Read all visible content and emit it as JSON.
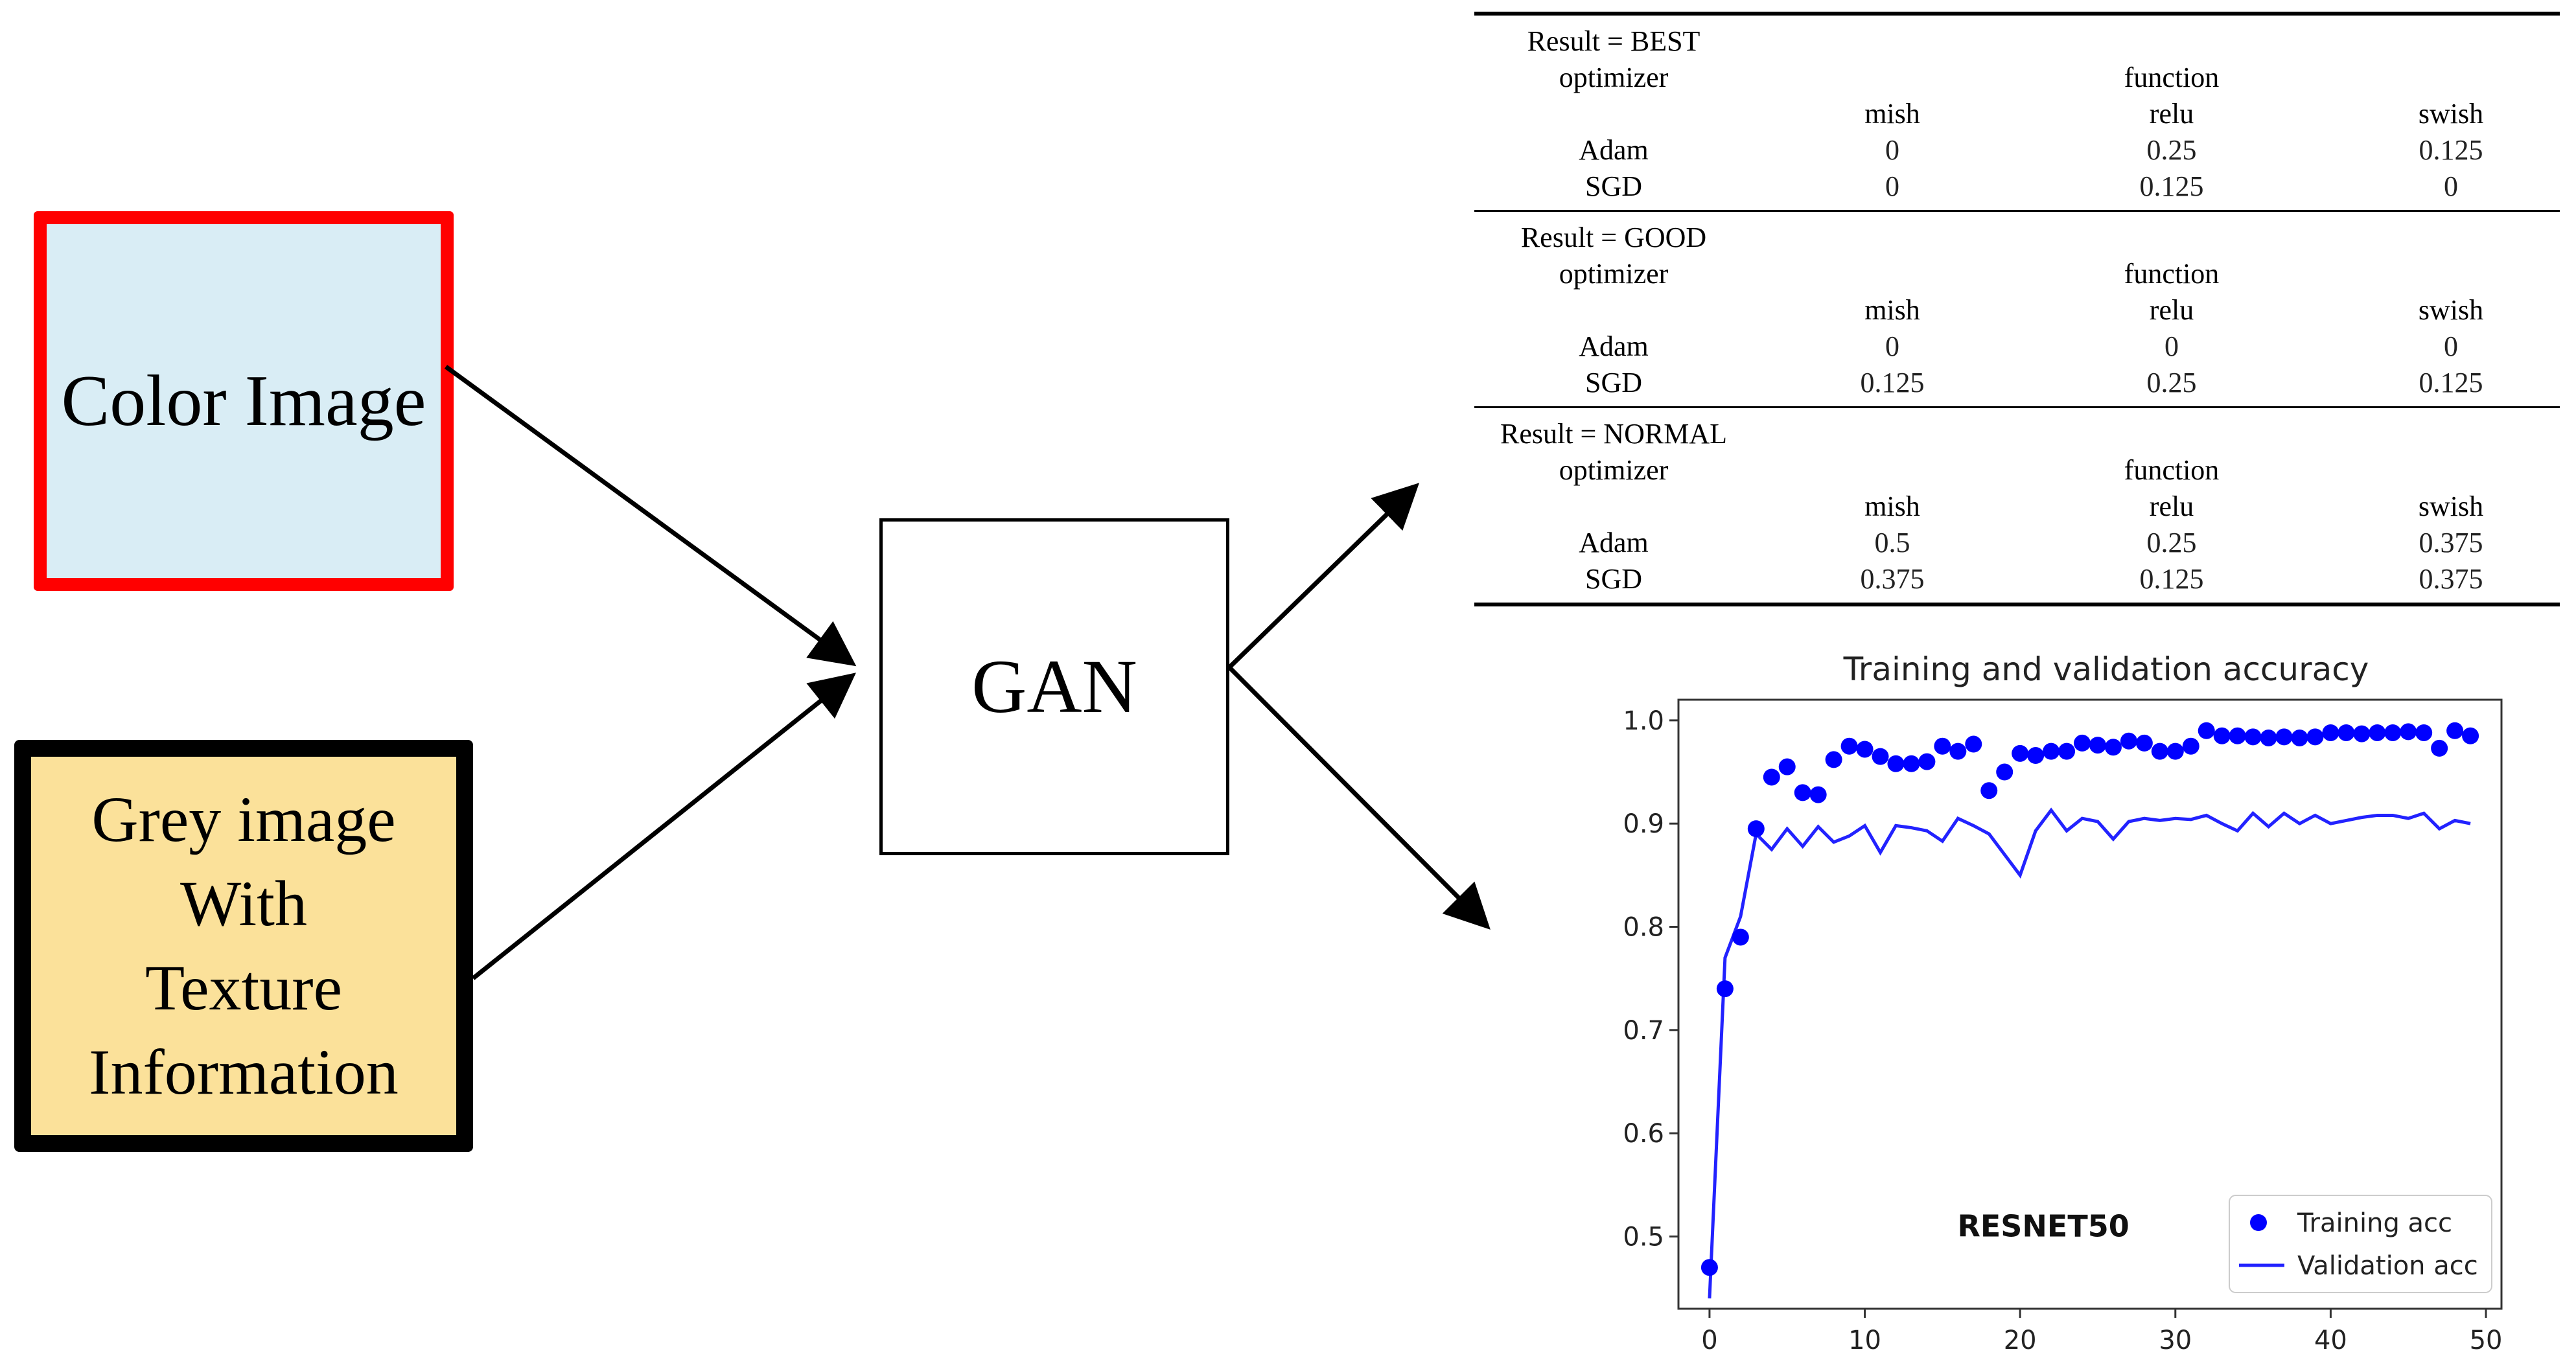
{
  "inputs": {
    "color": {
      "label": "Color Image",
      "fill": "#d9edf5",
      "border": "#ff0000"
    },
    "grey": {
      "lines": [
        "Grey image",
        "With",
        "Texture",
        "Information"
      ],
      "fill": "#fbe19a",
      "border": "#000000"
    }
  },
  "gan": {
    "label": "GAN"
  },
  "results": {
    "columns": {
      "row_header": "optimizer",
      "group_header": "function",
      "mish": "mish",
      "relu": "relu",
      "swish": "swish"
    },
    "tables": [
      {
        "title": "Result = BEST",
        "rows": [
          {
            "optimizer": "Adam",
            "mish": "0",
            "relu": "0.25",
            "swish": "0.125"
          },
          {
            "optimizer": "SGD",
            "mish": "0",
            "relu": "0.125",
            "swish": "0"
          }
        ]
      },
      {
        "title": "Result = GOOD",
        "rows": [
          {
            "optimizer": "Adam",
            "mish": "0",
            "relu": "0",
            "swish": "0"
          },
          {
            "optimizer": "SGD",
            "mish": "0.125",
            "relu": "0.25",
            "swish": "0.125"
          }
        ]
      },
      {
        "title": "Result = NORMAL",
        "rows": [
          {
            "optimizer": "Adam",
            "mish": "0.5",
            "relu": "0.25",
            "swish": "0.375"
          },
          {
            "optimizer": "SGD",
            "mish": "0.375",
            "relu": "0.125",
            "swish": "0.375"
          }
        ]
      }
    ]
  },
  "chart_data": {
    "type": "line",
    "title": "Training and validation accuracy",
    "annotation": "RESNET50",
    "xlim": [
      -2,
      51
    ],
    "ylim": [
      0.43,
      1.02
    ],
    "xticks": [
      0,
      10,
      20,
      30,
      40,
      50
    ],
    "yticks": [
      0.5,
      0.6,
      0.7,
      0.8,
      0.9,
      1.0
    ],
    "legend_position": "bottom-right",
    "grid": false,
    "series": [
      {
        "name": "Training acc",
        "style": "points",
        "color": "#0000ff",
        "x": [
          0,
          1,
          2,
          3,
          4,
          5,
          6,
          7,
          8,
          9,
          10,
          11,
          12,
          13,
          14,
          15,
          16,
          17,
          18,
          19,
          20,
          21,
          22,
          23,
          24,
          25,
          26,
          27,
          28,
          29,
          30,
          31,
          32,
          33,
          34,
          35,
          36,
          37,
          38,
          39,
          40,
          41,
          42,
          43,
          44,
          45,
          46,
          47,
          48,
          49
        ],
        "y": [
          0.47,
          0.74,
          0.79,
          0.895,
          0.945,
          0.955,
          0.93,
          0.928,
          0.962,
          0.975,
          0.972,
          0.965,
          0.958,
          0.958,
          0.96,
          0.975,
          0.97,
          0.977,
          0.932,
          0.95,
          0.968,
          0.966,
          0.97,
          0.97,
          0.978,
          0.976,
          0.974,
          0.98,
          0.978,
          0.97,
          0.97,
          0.975,
          0.99,
          0.985,
          0.985,
          0.984,
          0.983,
          0.984,
          0.983,
          0.984,
          0.988,
          0.988,
          0.987,
          0.988,
          0.988,
          0.989,
          0.988,
          0.973,
          0.99,
          0.985
        ]
      },
      {
        "name": "Validation acc",
        "style": "line",
        "color": "#2222ff",
        "x": [
          0,
          1,
          2,
          3,
          4,
          5,
          6,
          7,
          8,
          9,
          10,
          11,
          12,
          13,
          14,
          15,
          16,
          17,
          18,
          19,
          20,
          21,
          22,
          23,
          24,
          25,
          26,
          27,
          28,
          29,
          30,
          31,
          32,
          33,
          34,
          35,
          36,
          37,
          38,
          39,
          40,
          41,
          42,
          43,
          44,
          45,
          46,
          47,
          48,
          49
        ],
        "y": [
          0.44,
          0.77,
          0.81,
          0.89,
          0.875,
          0.895,
          0.878,
          0.897,
          0.882,
          0.888,
          0.898,
          0.872,
          0.898,
          0.896,
          0.893,
          0.883,
          0.905,
          0.898,
          0.89,
          0.87,
          0.85,
          0.893,
          0.913,
          0.893,
          0.905,
          0.902,
          0.885,
          0.902,
          0.905,
          0.903,
          0.905,
          0.904,
          0.908,
          0.9,
          0.893,
          0.91,
          0.897,
          0.91,
          0.9,
          0.908,
          0.9,
          0.903,
          0.906,
          0.908,
          0.908,
          0.905,
          0.91,
          0.895,
          0.903,
          0.9
        ]
      }
    ]
  }
}
